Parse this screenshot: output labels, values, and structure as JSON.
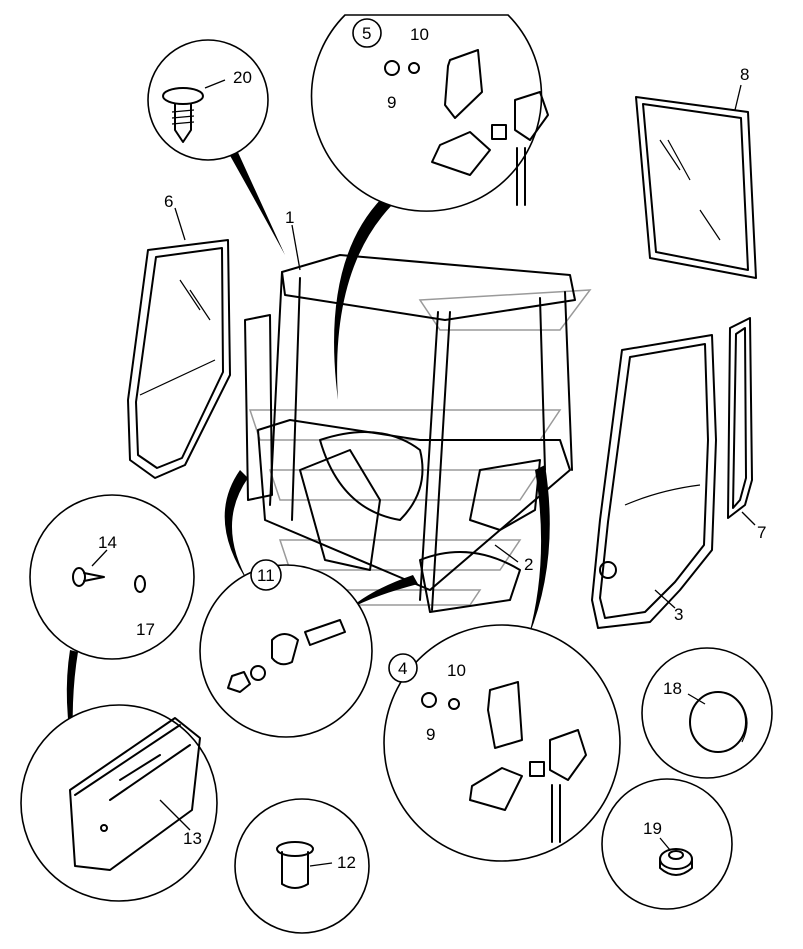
{
  "callouts": {
    "c1": "1",
    "c2": "2",
    "c3": "3",
    "c6": "6",
    "c7": "7",
    "c8": "8",
    "c12": "12",
    "c13": "13",
    "c14": "14",
    "c17": "17",
    "c18": "18",
    "c19": "19",
    "c20": "20",
    "d5_ref": "5",
    "d5_10": "10",
    "d5_9": "9",
    "d4_ref": "4",
    "d4_10": "10",
    "d4_9": "9",
    "d11_ref": "11"
  }
}
